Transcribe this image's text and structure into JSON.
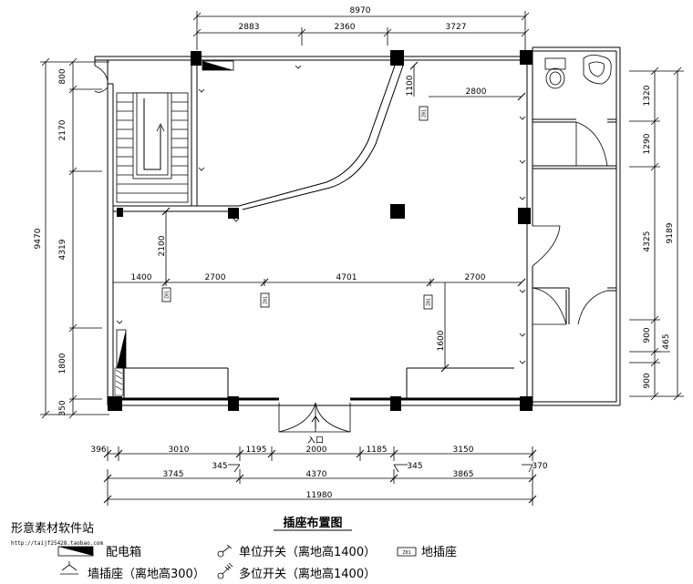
{
  "plan": {
    "title": "插座布置图",
    "entrance_label": "入口",
    "dims_top": {
      "total": "8970",
      "seg1": "2883",
      "seg2": "2360",
      "seg3": "3727"
    },
    "dims_bottom_row1": {
      "a": "396",
      "b": "3010",
      "c": "1195",
      "d": "2000",
      "e": "1185",
      "f": "3150"
    },
    "dims_bottom_row2": {
      "a": "3745",
      "b": "4370",
      "c": "3865",
      "s1": "345",
      "s2": "345",
      "s3": "370"
    },
    "dims_bottom_total": "11980",
    "dims_left": {
      "a": "800",
      "b": "2170",
      "c": "4319",
      "d": "1800",
      "e": "350",
      "total": "9470"
    },
    "dims_right": {
      "a": "1320",
      "b": "1290",
      "c": "4325",
      "d": "900",
      "e": "465",
      "f": "900",
      "total": "9189"
    },
    "dims_inner": {
      "h1": "1400",
      "h2": "2700",
      "h3": "4701",
      "h4": "2700",
      "v1": "2100",
      "v2": "1600",
      "v3": "1100",
      "h5": "2800"
    }
  },
  "watermark": {
    "name": "形意素材软件站",
    "url": "http://taijf25428.taobao.com"
  },
  "legend": {
    "panel": "配电箱",
    "wall_socket": "墙插座（离地高300）",
    "single_switch": "单位开关（离地高1400）",
    "multi_switch": "多位开关（离地高1400）",
    "floor_socket": "地插座",
    "floor_socket_code": "Z01"
  }
}
